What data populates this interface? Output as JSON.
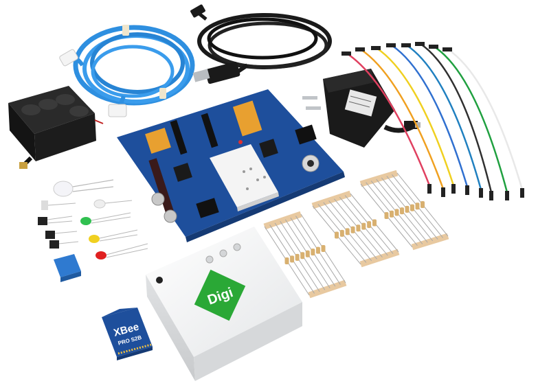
{
  "gateway": {
    "logo_text": "Digi"
  },
  "xbee_module": {
    "brand_text": "XBee",
    "model_text": "PRO S2B"
  },
  "colors": {
    "board_blue": "#1e4f9c",
    "cable_blue": "#2e8fe0",
    "usb_black": "#1a1a1a",
    "digi_green": "#2aa836",
    "resistor_tape": "#e8c9a0",
    "gateway_white": "#f2f3f4"
  },
  "jumper_wire_colors": [
    "#e04060",
    "#f0a020",
    "#f0d020",
    "#3070d0",
    "#2080c0",
    "#303030",
    "#20a040",
    "#e8e8e8"
  ]
}
